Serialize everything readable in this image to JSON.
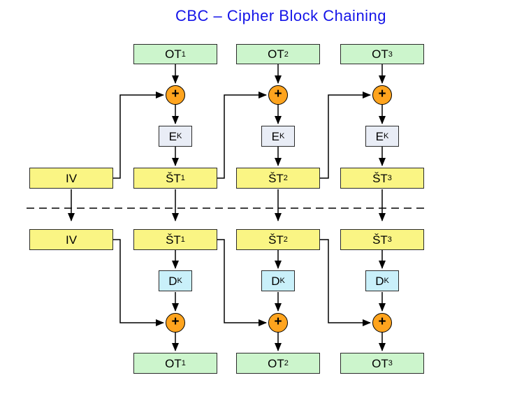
{
  "title": "CBC – Cipher Block Chaining",
  "encryption_row": {
    "iv": "IV",
    "blocks": [
      {
        "input_base": "OT",
        "input_sub": "1",
        "xor": "+",
        "key_base": "E",
        "key_sub": "K",
        "output_base": "ŠT",
        "output_sub": "1"
      },
      {
        "input_base": "OT",
        "input_sub": "2",
        "xor": "+",
        "key_base": "E",
        "key_sub": "K",
        "output_base": "ŠT",
        "output_sub": "2"
      },
      {
        "input_base": "OT",
        "input_sub": "3",
        "xor": "+",
        "key_base": "E",
        "key_sub": "K",
        "output_base": "ŠT",
        "output_sub": "3"
      }
    ]
  },
  "decryption_row": {
    "iv": "IV",
    "blocks": [
      {
        "input_base": "ŠT",
        "input_sub": "1",
        "xor": "+",
        "key_base": "D",
        "key_sub": "K",
        "output_base": "OT",
        "output_sub": "1"
      },
      {
        "input_base": "ŠT",
        "input_sub": "2",
        "xor": "+",
        "key_base": "D",
        "key_sub": "K",
        "output_base": "OT",
        "output_sub": "2"
      },
      {
        "input_base": "ŠT",
        "input_sub": "3",
        "xor": "+",
        "key_base": "D",
        "key_sub": "K",
        "output_base": "OT",
        "output_sub": "3"
      }
    ]
  },
  "colors": {
    "title_color": "#1414e8",
    "plaintext_fill": "#ccf5cc",
    "ciphertext_fill": "#faf584",
    "encrypt_fill": "#e9edf6",
    "decrypt_fill": "#c9f0fa",
    "xor_fill": "#ffa41e",
    "box_border": "#2b2b2b",
    "line_color": "#000000"
  }
}
